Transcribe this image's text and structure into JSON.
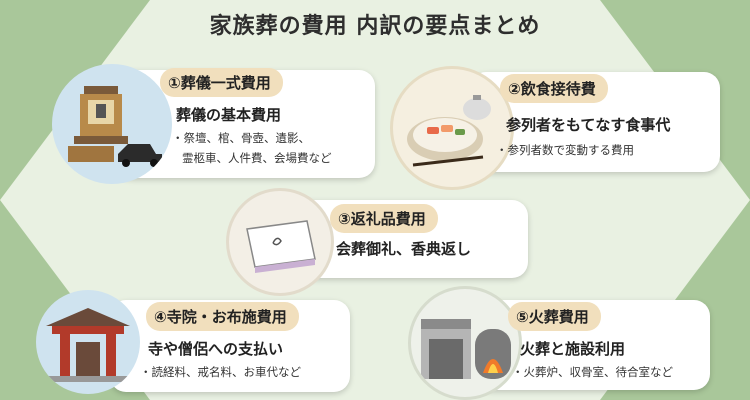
{
  "title": "家族葬の費用 内訳の要点まとめ",
  "cards": [
    {
      "label": "①葬儀一式費用",
      "heading": "葬儀の基本費用",
      "details": [
        "・祭壇、棺、骨壺、遺影、",
        "霊柩車、人件費、会場費など"
      ],
      "icon": "altar-hearse-icon"
    },
    {
      "label": "②飲食接待費",
      "heading": "参列者をもてなす食事代",
      "details": [
        "・参列者数で変動する費用"
      ],
      "icon": "meal-tray-icon"
    },
    {
      "label": "③返礼品費用",
      "heading": "会葬御礼、香典返し",
      "details": [],
      "icon": "gift-box-icon"
    },
    {
      "label": "④寺院・お布施費用",
      "heading": "寺や僧侶への支払い",
      "details": [
        "・読経料、戒名料、お車代など"
      ],
      "icon": "temple-gate-icon"
    },
    {
      "label": "⑤火葬費用",
      "heading": "火葬と施設利用",
      "details": [
        "・火葬炉、収骨室、待合室など"
      ],
      "icon": "crematorium-icon"
    }
  ],
  "colors": {
    "background": "#a9c79a",
    "card": "#ffffff",
    "label": "#f1dfbd",
    "circle_blue": "#cfe3ef"
  }
}
